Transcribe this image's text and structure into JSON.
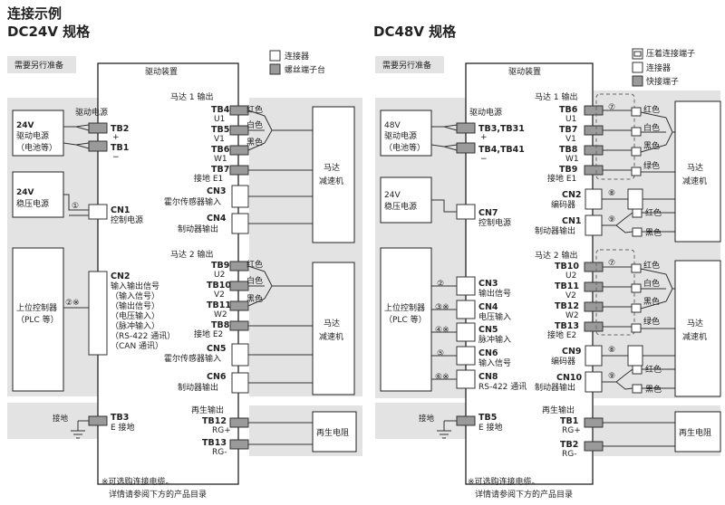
{
  "left": {
    "title1": "连接示例",
    "title2": "DC24V 规格",
    "legend": [
      "连接器",
      "螺丝端子台"
    ],
    "prep_label": "需要另行准备",
    "driver_title": "驱动装置",
    "drive_power": "驱动电源",
    "src_24v_drive": [
      "24V",
      "驱动电源",
      "（电池等）"
    ],
    "src_24v_reg": [
      "24V",
      "稳压电源"
    ],
    "plc": [
      "上位控制器",
      "（PLC 等）"
    ],
    "tb2": "TB2",
    "tb2_sign": "+",
    "tb1": "TB1",
    "tb1_sign": "−",
    "cn1": [
      "CN1",
      "控制电源"
    ],
    "cn2": [
      "CN2",
      "输入输出信号",
      "（输入信号）",
      "（输出信号）",
      "（电压输入）",
      "（脉冲输入）",
      "（RS-422 通讯）",
      "（CAN 通讯）"
    ],
    "circ1": "①",
    "circ2": "②※",
    "motor1_out": "马达 1 输出",
    "motor1_terms": [
      {
        "tb": "TB4",
        "pin": "U1",
        "color": "红色"
      },
      {
        "tb": "TB5",
        "pin": "V1",
        "color": "白色"
      },
      {
        "tb": "TB6",
        "pin": "W1",
        "color": "黑色"
      },
      {
        "tb": "TB7",
        "pin": "接地 E1",
        "color": ""
      }
    ],
    "motor1_cn": [
      {
        "name": "CN3",
        "desc": "霍尔传感器输入"
      },
      {
        "name": "CN4",
        "desc": "制动器输出"
      }
    ],
    "motor2_out": "马达 2 输出",
    "motor2_terms": [
      {
        "tb": "TB9",
        "pin": "U2",
        "color": "红色"
      },
      {
        "tb": "TB10",
        "pin": "V2",
        "color": "白色"
      },
      {
        "tb": "TB11",
        "pin": "W2",
        "color": "黑色"
      },
      {
        "tb": "TB8",
        "pin": "接地 E2",
        "color": ""
      }
    ],
    "motor2_cn": [
      {
        "name": "CN5",
        "desc": "霍尔传感器输入"
      },
      {
        "name": "CN6",
        "desc": "制动器输出"
      }
    ],
    "motor_box": [
      "马达",
      "减速机"
    ],
    "ground_label": "接地",
    "tb3": [
      "TB3",
      "E 接地"
    ],
    "regen_out": "再生输出",
    "tb12": [
      "TB12",
      "RG+"
    ],
    "tb13": [
      "TB13",
      "RG-"
    ],
    "regen_box": "再生电阻",
    "note": [
      "※可选购连接电缆。",
      "详情请参阅下方的产品目录"
    ]
  },
  "right": {
    "title": "DC48V 规格",
    "legend": [
      "压着连接端子",
      "连接器",
      "快接端子"
    ],
    "prep_label": "需要另行准备",
    "driver_title": "驱动装置",
    "drive_power": "驱动电源",
    "src_48v": [
      "48V",
      "驱动电源",
      "（电池等）"
    ],
    "src_24v_reg": [
      "24V",
      "稳压电源"
    ],
    "plc": [
      "上位控制器",
      "（PLC 等）"
    ],
    "tb_plus": "TB3,TB31",
    "tb_plus_sign": "+",
    "tb_minus": "TB4,TB41",
    "tb_minus_sign": "−",
    "cn7": [
      "CN7",
      "控制电源"
    ],
    "left_cns": [
      {
        "circ": "②",
        "name": "CN3",
        "desc": "输出信号"
      },
      {
        "circ": "③※",
        "name": "CN4",
        "desc": "电压输入"
      },
      {
        "circ": "④※",
        "name": "CN5",
        "desc": "脉冲输入"
      },
      {
        "circ": "⑤",
        "name": "CN6",
        "desc": "输入信号"
      },
      {
        "circ": "⑥※",
        "name": "CN8",
        "desc": "RS-422 通讯"
      }
    ],
    "motor1_out": "马达 1 输出",
    "motor1_terms": [
      {
        "tb": "TB6",
        "pin": "U1",
        "color": "红色"
      },
      {
        "tb": "TB7",
        "pin": "V1",
        "color": "白色"
      },
      {
        "tb": "TB8",
        "pin": "W1",
        "color": "黑色"
      },
      {
        "tb": "TB9",
        "pin": "接地 E1",
        "color": "绿色"
      }
    ],
    "motor1_cn": [
      {
        "name": "CN2",
        "desc": "编码器",
        "circ": "⑧"
      },
      {
        "name": "CN1",
        "desc": "制动器输出",
        "circ": "⑨"
      }
    ],
    "brake1_colors": [
      "红色",
      "黑色"
    ],
    "motor2_out": "马达 2 输出",
    "motor2_terms": [
      {
        "tb": "TB10",
        "pin": "U2",
        "color": "红色"
      },
      {
        "tb": "TB11",
        "pin": "V2",
        "color": "白色"
      },
      {
        "tb": "TB12",
        "pin": "W2",
        "color": "黑色"
      },
      {
        "tb": "TB13",
        "pin": "接地 E2",
        "color": "绿色"
      }
    ],
    "motor2_cn": [
      {
        "name": "CN9",
        "desc": "编码器",
        "circ": "⑧"
      },
      {
        "name": "CN10",
        "desc": "制动器输出",
        "circ": "⑨"
      }
    ],
    "brake2_colors": [
      "红色",
      "黑色"
    ],
    "circ_motor": "⑦",
    "motor_box": [
      "马达",
      "减速机"
    ],
    "ground_label": "接地",
    "tb5": [
      "TB5",
      "E 接地"
    ],
    "regen_out": "再生输出",
    "tb1": [
      "TB1",
      "RG+"
    ],
    "tb2": [
      "TB2",
      "RG-"
    ],
    "regen_box": "再生电阻",
    "note": [
      "※可选购连接电缆。",
      "详情请参阅下方的产品目录"
    ]
  },
  "colors": {
    "prep_fill": "#e3e3e3",
    "gray_fill": "#9a9a9a",
    "line": "#333333",
    "frame": "#222222"
  }
}
